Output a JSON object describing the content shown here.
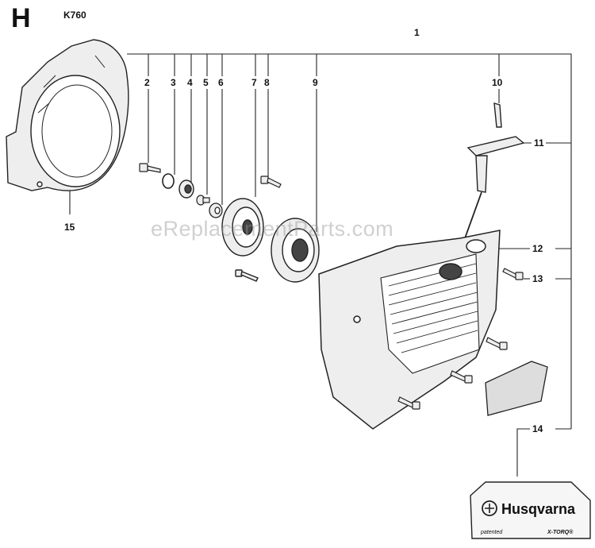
{
  "header": {
    "section_letter": "H",
    "model": "K760"
  },
  "callouts": [
    "1",
    "2",
    "3",
    "4",
    "5",
    "6",
    "7",
    "8",
    "9",
    "10",
    "11",
    "12",
    "13",
    "14",
    "15"
  ],
  "watermark": "eReplacementParts.com",
  "decal": {
    "brand": "Husqvarna",
    "note_left": "patented",
    "note_right": "X-TORQ®"
  },
  "colors": {
    "line": "#222222",
    "part_fill": "#eeeeee",
    "dark_fill": "#444444"
  }
}
